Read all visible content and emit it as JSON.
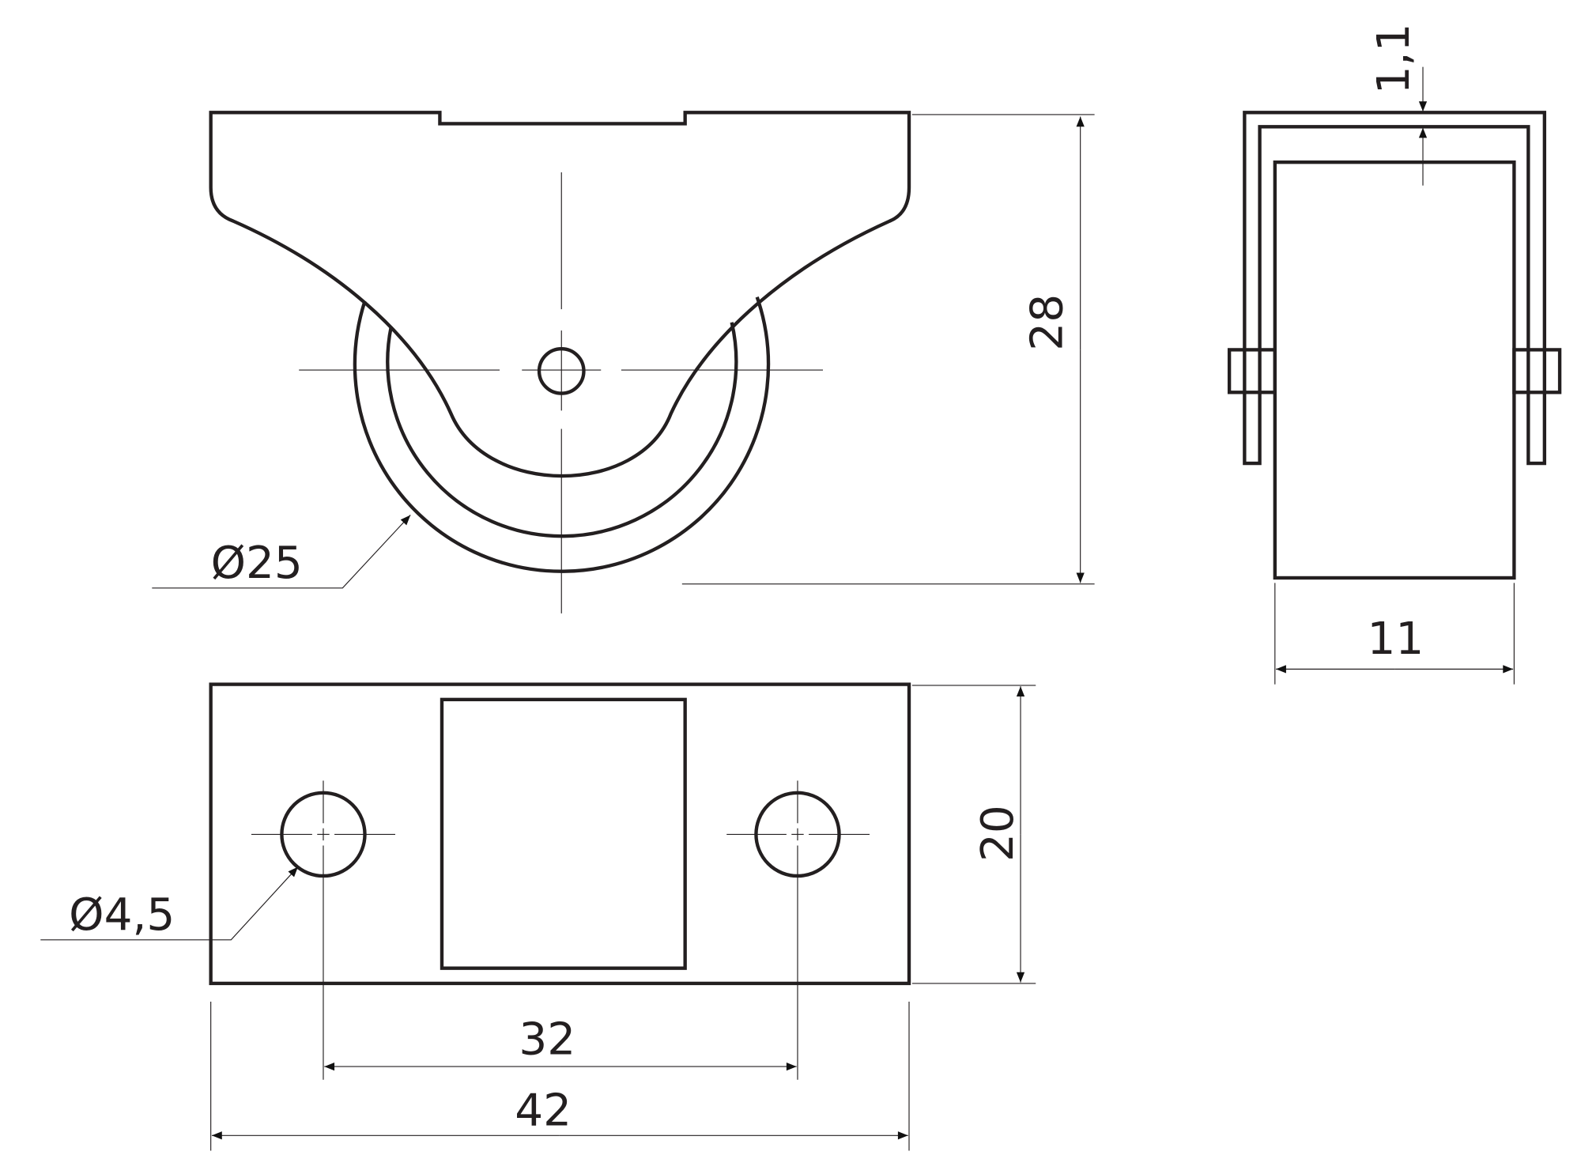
{
  "drawing": {
    "front_view": {
      "height_dim": "28",
      "wheel_diameter": "Ø25"
    },
    "side_view": {
      "thickness_dim": "1,1",
      "width_dim": "11"
    },
    "bottom_view": {
      "plate_width_dim": "20",
      "hole_spacing_dim": "32",
      "plate_length_dim": "42",
      "hole_diameter": "Ø4,5"
    },
    "line_color": "#231f20"
  }
}
